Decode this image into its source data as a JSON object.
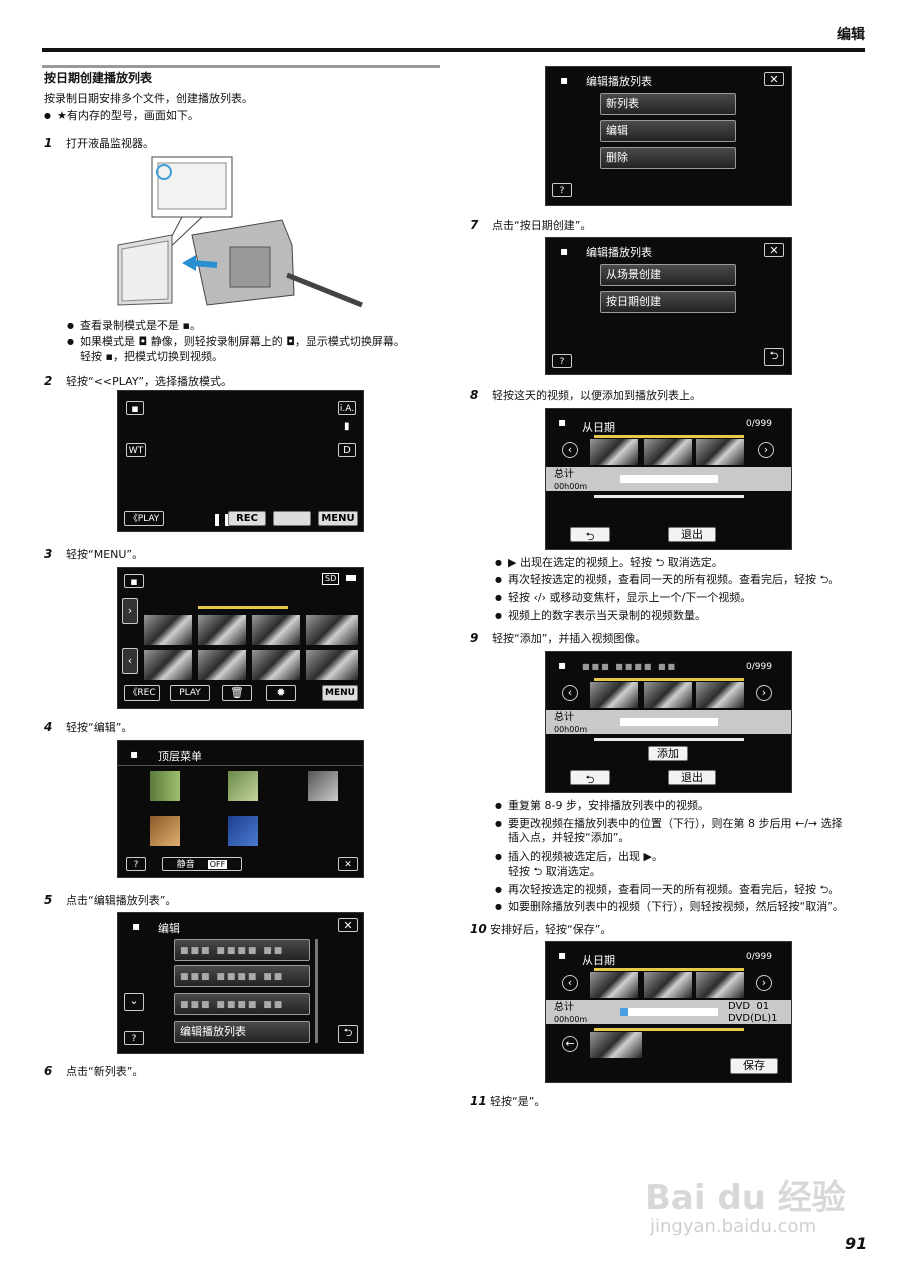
{
  "header": {
    "section": "编辑",
    "page_number": "91"
  },
  "intro": {
    "title": "按日期创建播放列表",
    "desc": "按录制日期安排多个文件，创建播放列表。",
    "note": "★有内存的型号，画面如下。"
  },
  "steps": {
    "s1": {
      "num": "1",
      "text": "打开液晶监视器。",
      "bullets": [
        "查看录制模式是不是 ▪。",
        "如果模式是 ◘ 静像，则轻按录制屏幕上的 ◘，显示模式切换屏幕。",
        "轻按 ▪，把模式切换到视频。"
      ]
    },
    "s2": {
      "num": "2",
      "text": "轻按“<<PLAY”，选择播放模式。",
      "screen": {
        "ia": "i.A.",
        "wt": "WT",
        "d": "D",
        "play": "《PLAY",
        "rec": "REC",
        "menu": "MENU"
      }
    },
    "s3": {
      "num": "3",
      "text": "轻按“MENU”。",
      "screen": {
        "sd": "SD",
        "rec": "《REC",
        "play": "PLAY",
        "menu": "MENU"
      }
    },
    "s4": {
      "num": "4",
      "text": "轻按“编辑”。",
      "screen": {
        "title": "顶层菜单",
        "mute": "静音",
        "off": "OFF",
        "help": "?",
        "close": "✕"
      }
    },
    "s5": {
      "num": "5",
      "text": "点击“编辑播放列表”。",
      "screen": {
        "title": "编辑",
        "item4": "编辑播放列表",
        "help": "?"
      }
    },
    "s6": {
      "num": "6",
      "text": "点击“新列表”。",
      "screen": {
        "title": "编辑播放列表",
        "items": [
          "新列表",
          "编辑",
          "删除"
        ],
        "help": "?"
      }
    },
    "s7": {
      "num": "7",
      "text": "点击“按日期创建”。",
      "screen": {
        "title": "编辑播放列表",
        "items": [
          "从场景创建",
          "按日期创建"
        ],
        "help": "?"
      }
    },
    "s8": {
      "num": "8",
      "text": "轻按这天的视频，以便添加到播放列表上。",
      "screen": {
        "title": "从日期",
        "count": "0/999",
        "total": "总计",
        "time": "00h00m",
        "exit": "退出"
      },
      "bullets": [
        "▶ 出现在选定的视频上。轻按 ⮌ 取消选定。",
        "再次轻按选定的视频，查看同一天的所有视频。查看完后，轻按 ⮌。",
        "轻按 ‹/› 或移动变焦杆，显示上一个/下一个视频。",
        "视频上的数字表示当天录制的视频数量。"
      ]
    },
    "s9": {
      "num": "9",
      "text": "轻按“添加”，并插入视频图像。",
      "screen": {
        "count": "0/999",
        "total": "总计",
        "time": "00h00m",
        "add": "添加",
        "exit": "退出"
      },
      "bullets": [
        "重复第 8-9 步，安排播放列表中的视频。",
        "要更改视频在播放列表中的位置（下行），则在第 8 步后用 ←/→ 选择",
        "插入点，并轻按“添加”。",
        "插入的视频被选定后，出现 ▶。",
        "轻按 ⮌ 取消选定。",
        "再次轻按选定的视频，查看同一天的所有视频。查看完后，轻按 ⮌。",
        "如要删除播放列表中的视频（下行），则轻按视频，然后轻按“取消”。"
      ]
    },
    "s10": {
      "num": "10",
      "text": "安排好后，轻按“保存”。",
      "screen": {
        "title": "从日期",
        "count": "0/999",
        "total": "总计",
        "time": "00h00m",
        "dvd": "DVD  01",
        "dvddl": "DVD(DL)1",
        "save": "保存"
      }
    },
    "s11": {
      "num": "11",
      "text": "轻按“是”。"
    }
  },
  "watermark": {
    "brand": "Bai du 经验",
    "url": "jingyan.baidu.com"
  }
}
